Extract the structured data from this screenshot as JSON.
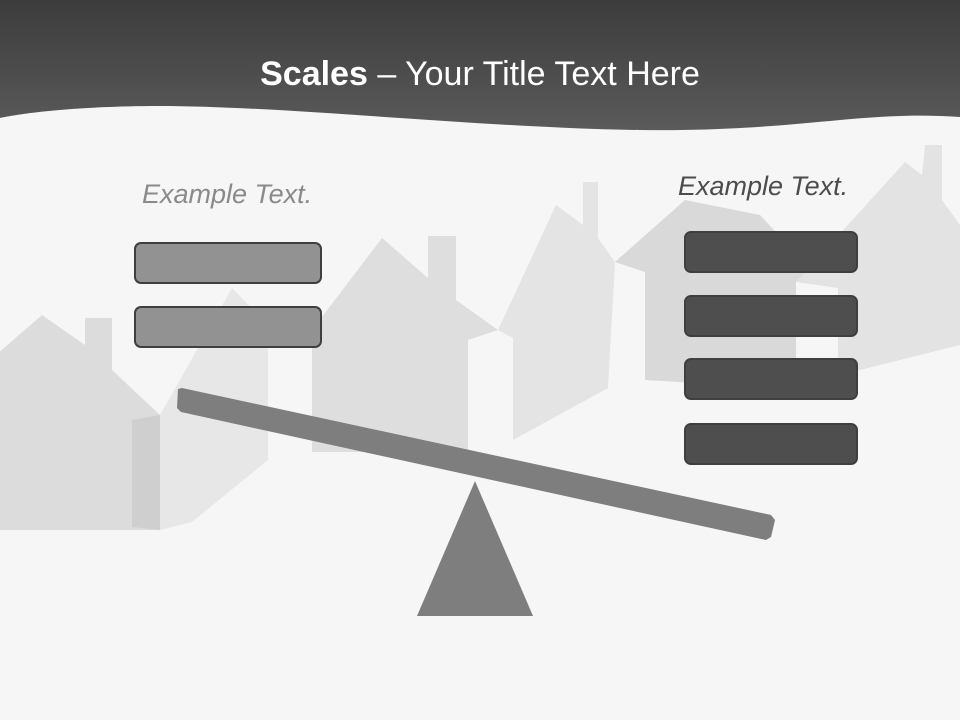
{
  "slide": {
    "title_bold": "Scales",
    "title_rest": " – Your Title Text Here",
    "left_caption": "Example Text.",
    "right_caption": "Example Text."
  },
  "left_boxes": [
    "",
    ""
  ],
  "right_boxes": [
    "",
    "",
    "",
    ""
  ],
  "colors": {
    "header": "#4a4a4a",
    "background": "#f6f6f6",
    "left_box_fill": "#929292",
    "right_box_fill": "#4e4e4e",
    "box_border": "#3f3f3f",
    "seesaw": "#808080",
    "left_caption": "#8a8a8a",
    "right_caption": "#4c4c4c"
  }
}
